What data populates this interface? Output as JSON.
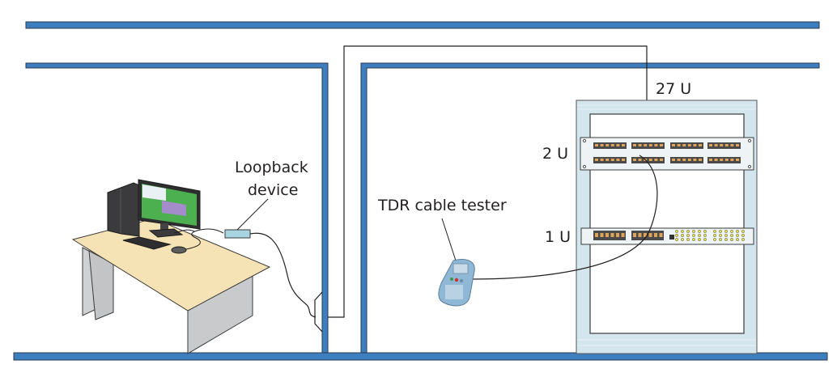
{
  "labels": {
    "loopback_line1": "Loopback",
    "loopback_line2": "device",
    "tdr": "TDR cable tester",
    "rack_27u": "27 U",
    "patch_2u": "2 U",
    "switch_1u": "1 U"
  },
  "colors": {
    "wall": "#3d7ebf",
    "wall_edge": "#2b3b4c",
    "desk_top": "#f6e3b5",
    "desk_side": "#cfd0d2",
    "rack": "#d3e6ee",
    "loopback": "#a7d4e0",
    "tester": "#8fb7d6",
    "cable": "#231f20"
  },
  "components": [
    "workstation",
    "loopback-device",
    "wall-jack",
    "tdr-cable-tester",
    "rack-27u",
    "patch-panel-2u",
    "switch-1u"
  ]
}
